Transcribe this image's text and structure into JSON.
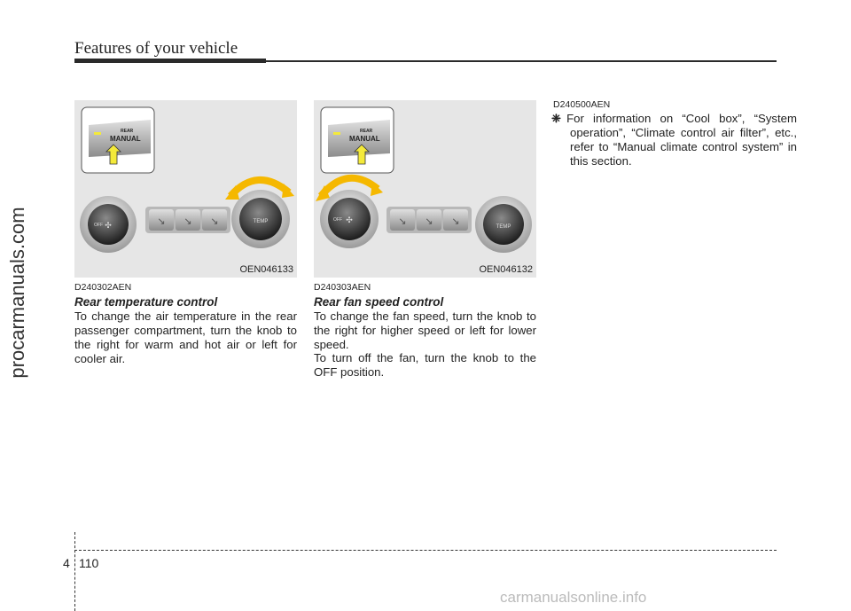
{
  "header": {
    "title": "Features of your vehicle"
  },
  "watermark_side": "procarmanuals.com",
  "watermark_bottom": "carmanualsonline.info",
  "figures": [
    {
      "code": "OEN046133",
      "panel_label_top": "REAR",
      "panel_label_main": "MANUAL",
      "knob_left_label": "OFF",
      "knob_right_label": "TEMP",
      "highlighted_knob": "right"
    },
    {
      "code": "OEN046132",
      "panel_label_top": "REAR",
      "panel_label_main": "MANUAL",
      "knob_left_label": "OFF",
      "knob_right_label": "TEMP",
      "highlighted_knob": "left"
    }
  ],
  "sections": {
    "temp": {
      "code": "D240302AEN",
      "title": "Rear temperature control",
      "body": "To change the air temperature in the rear passenger compartment, turn the knob to the right for warm and hot air or left for cooler air."
    },
    "fan": {
      "code": "D240303AEN",
      "title": "Rear fan speed control",
      "body1": "To change the fan speed, turn the knob to the right for higher speed or left for lower speed.",
      "body2": "To turn off the fan, turn the knob to the OFF position."
    },
    "note": {
      "code": "D240500AEN",
      "mark": "❈",
      "text": "For information on “Cool box”, “System operation”, “Climate control air filter”, etc., refer to “Manual climate control system” in this section."
    }
  },
  "footer": {
    "chapter": "4",
    "page": "110"
  },
  "colors": {
    "arrow": "#f4ea3a",
    "arc": "#f5b800",
    "panel_bg": "#e6e6e6"
  }
}
